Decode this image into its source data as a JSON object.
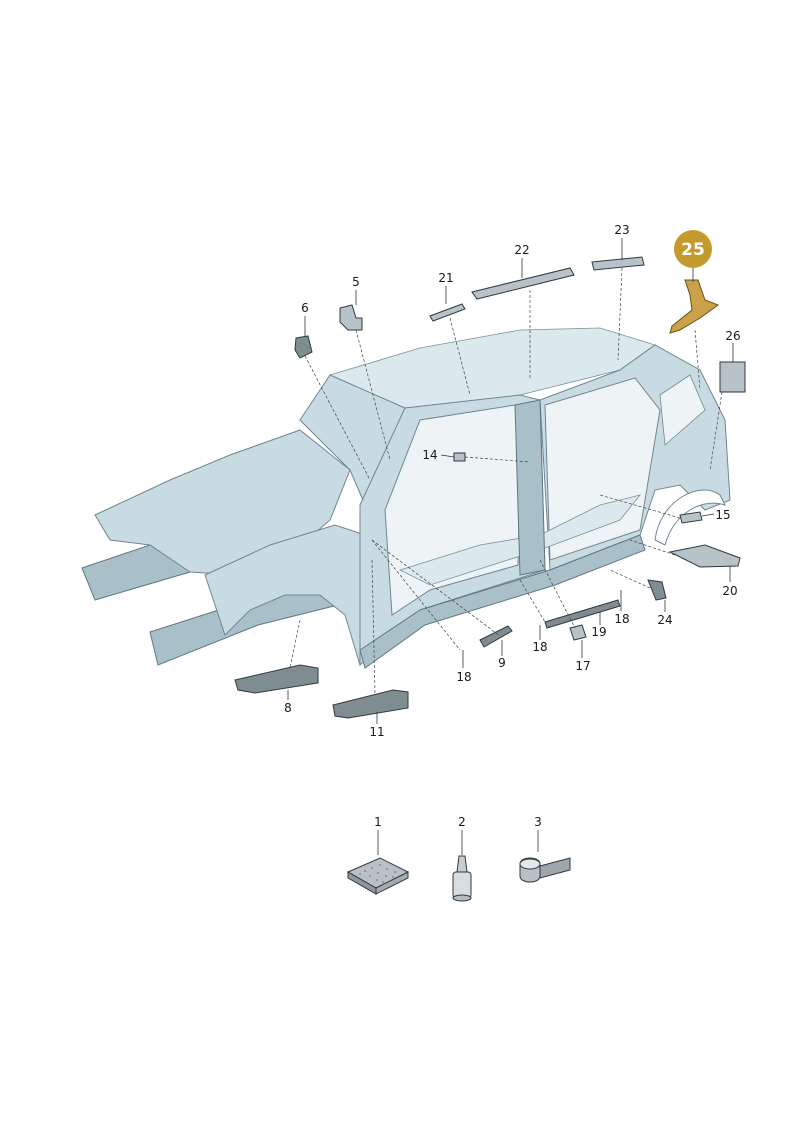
{
  "callouts": {
    "c1": "1",
    "c2": "2",
    "c3": "3",
    "c5": "5",
    "c6": "6",
    "c8": "8",
    "c9": "9",
    "c11": "11",
    "c14": "14",
    "c15": "15",
    "c17": "17",
    "c18a": "18",
    "c18b": "18",
    "c18c": "18",
    "c19": "19",
    "c20": "20",
    "c21": "21",
    "c22": "22",
    "c23": "23",
    "c24": "24",
    "c25": "25",
    "c26": "26"
  },
  "colors": {
    "body": "#c9dbe2",
    "highlight": "#c49a2c",
    "part": "#7f8c92"
  }
}
